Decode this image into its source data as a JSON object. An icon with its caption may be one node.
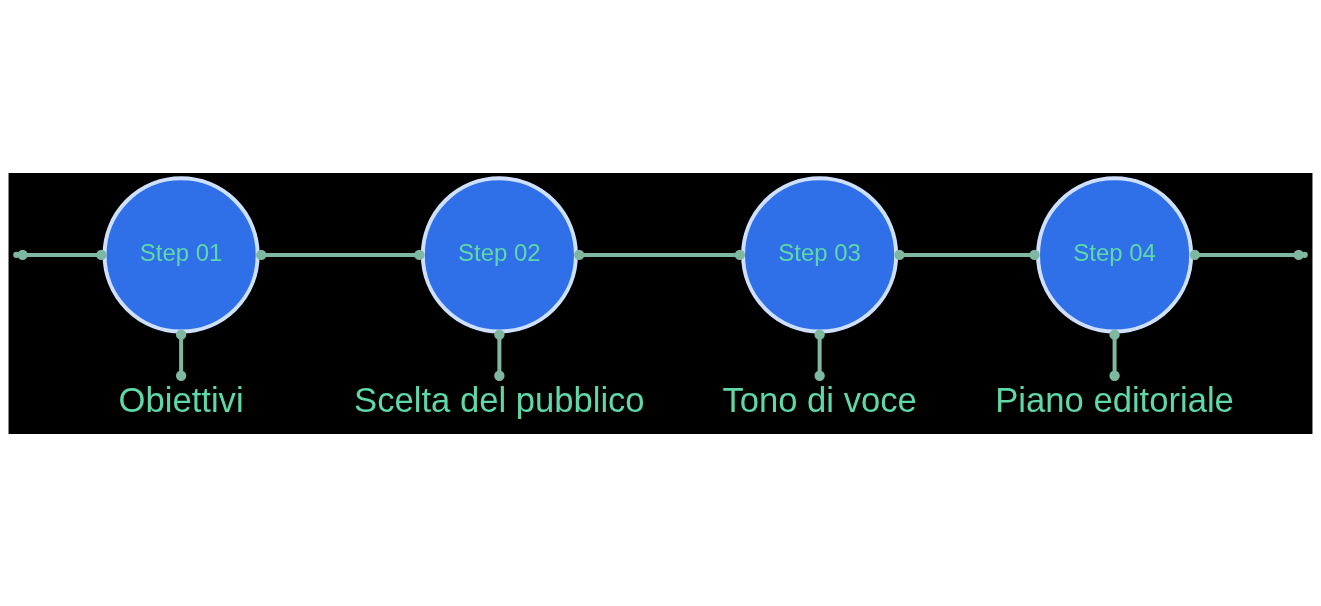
{
  "diagram": {
    "nodes": [
      {
        "text": [
          "Step 01"
        ]
      },
      {
        "text": [
          "Step 02"
        ]
      },
      {
        "text": [
          "Step 03"
        ]
      },
      {
        "text": [
          "Step 04"
        ]
      },
      {
        "text": [
          "Obiettivi"
        ]
      },
      {
        "text": [
          "Scelta del pubblico"
        ]
      },
      {
        "text": [
          "Tono di voce"
        ]
      },
      {
        "text": [
          "Piano editoriale"
        ]
      }
    ],
    "edges": [
      {
        "from": null,
        "to": 0,
        "arrow": "other"
      },
      {
        "from": 0,
        "to": 1,
        "arrow": "other"
      },
      {
        "from": 1,
        "to": 2,
        "arrow": "other"
      },
      {
        "from": 2,
        "to": 3,
        "arrow": "other"
      },
      {
        "from": 3,
        "to": null,
        "arrow": "other"
      },
      {
        "from": 0,
        "to": 4,
        "arrow": "other"
      },
      {
        "from": 1,
        "to": 5,
        "arrow": "other"
      },
      {
        "from": 2,
        "to": 6,
        "arrow": "other"
      },
      {
        "from": 3,
        "to": 7,
        "arrow": "other"
      }
    ]
  }
}
